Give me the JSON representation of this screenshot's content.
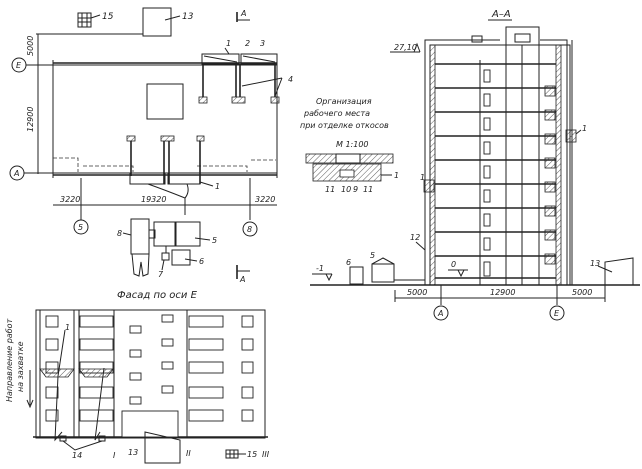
{
  "plan": {
    "callouts": {
      "grid": "15",
      "box": "13",
      "crane": "1",
      "c2": "2",
      "c3": "3",
      "hoist": "4",
      "crane_bottom": "1",
      "e8": "8",
      "e5": "5",
      "e6": "6",
      "e7": "7"
    },
    "section_mark_top": "А",
    "section_mark_bottom": "А",
    "axis_e": "Е",
    "axis_a": "А",
    "axis_5": "5",
    "axis_8": "8",
    "dims": {
      "top": "5000",
      "left": "12900",
      "b1": "3220",
      "b2": "19320",
      "b3": "3220"
    }
  },
  "section": {
    "title": "А–А",
    "elevation_top": "27,10",
    "elevation_ground": "-1",
    "elevation_zero": "0",
    "callouts": {
      "left_cradle": "1",
      "right_cradle": "1",
      "mast": "12",
      "e6": "6",
      "e5": "5",
      "e13": "13"
    },
    "dims": {
      "d1": "5000",
      "d2": "12900",
      "d3": "5000"
    },
    "axis_a": "А",
    "axis_e": "Е"
  },
  "workplace": {
    "title_lines": [
      "Организация",
      "рабочего места",
      "при отделке откосов"
    ],
    "scale": "М 1:100",
    "callouts": [
      "11",
      "10",
      "9",
      "11",
      "1"
    ]
  },
  "facade": {
    "title": "Фасад по оси Е",
    "direction_lines": [
      "Направление работ",
      "на захватке"
    ],
    "callouts": {
      "cradle": "1",
      "winches": "14",
      "zone1": "I",
      "box": "13",
      "zone2": "II",
      "grid": "15",
      "zone3": "III"
    }
  }
}
